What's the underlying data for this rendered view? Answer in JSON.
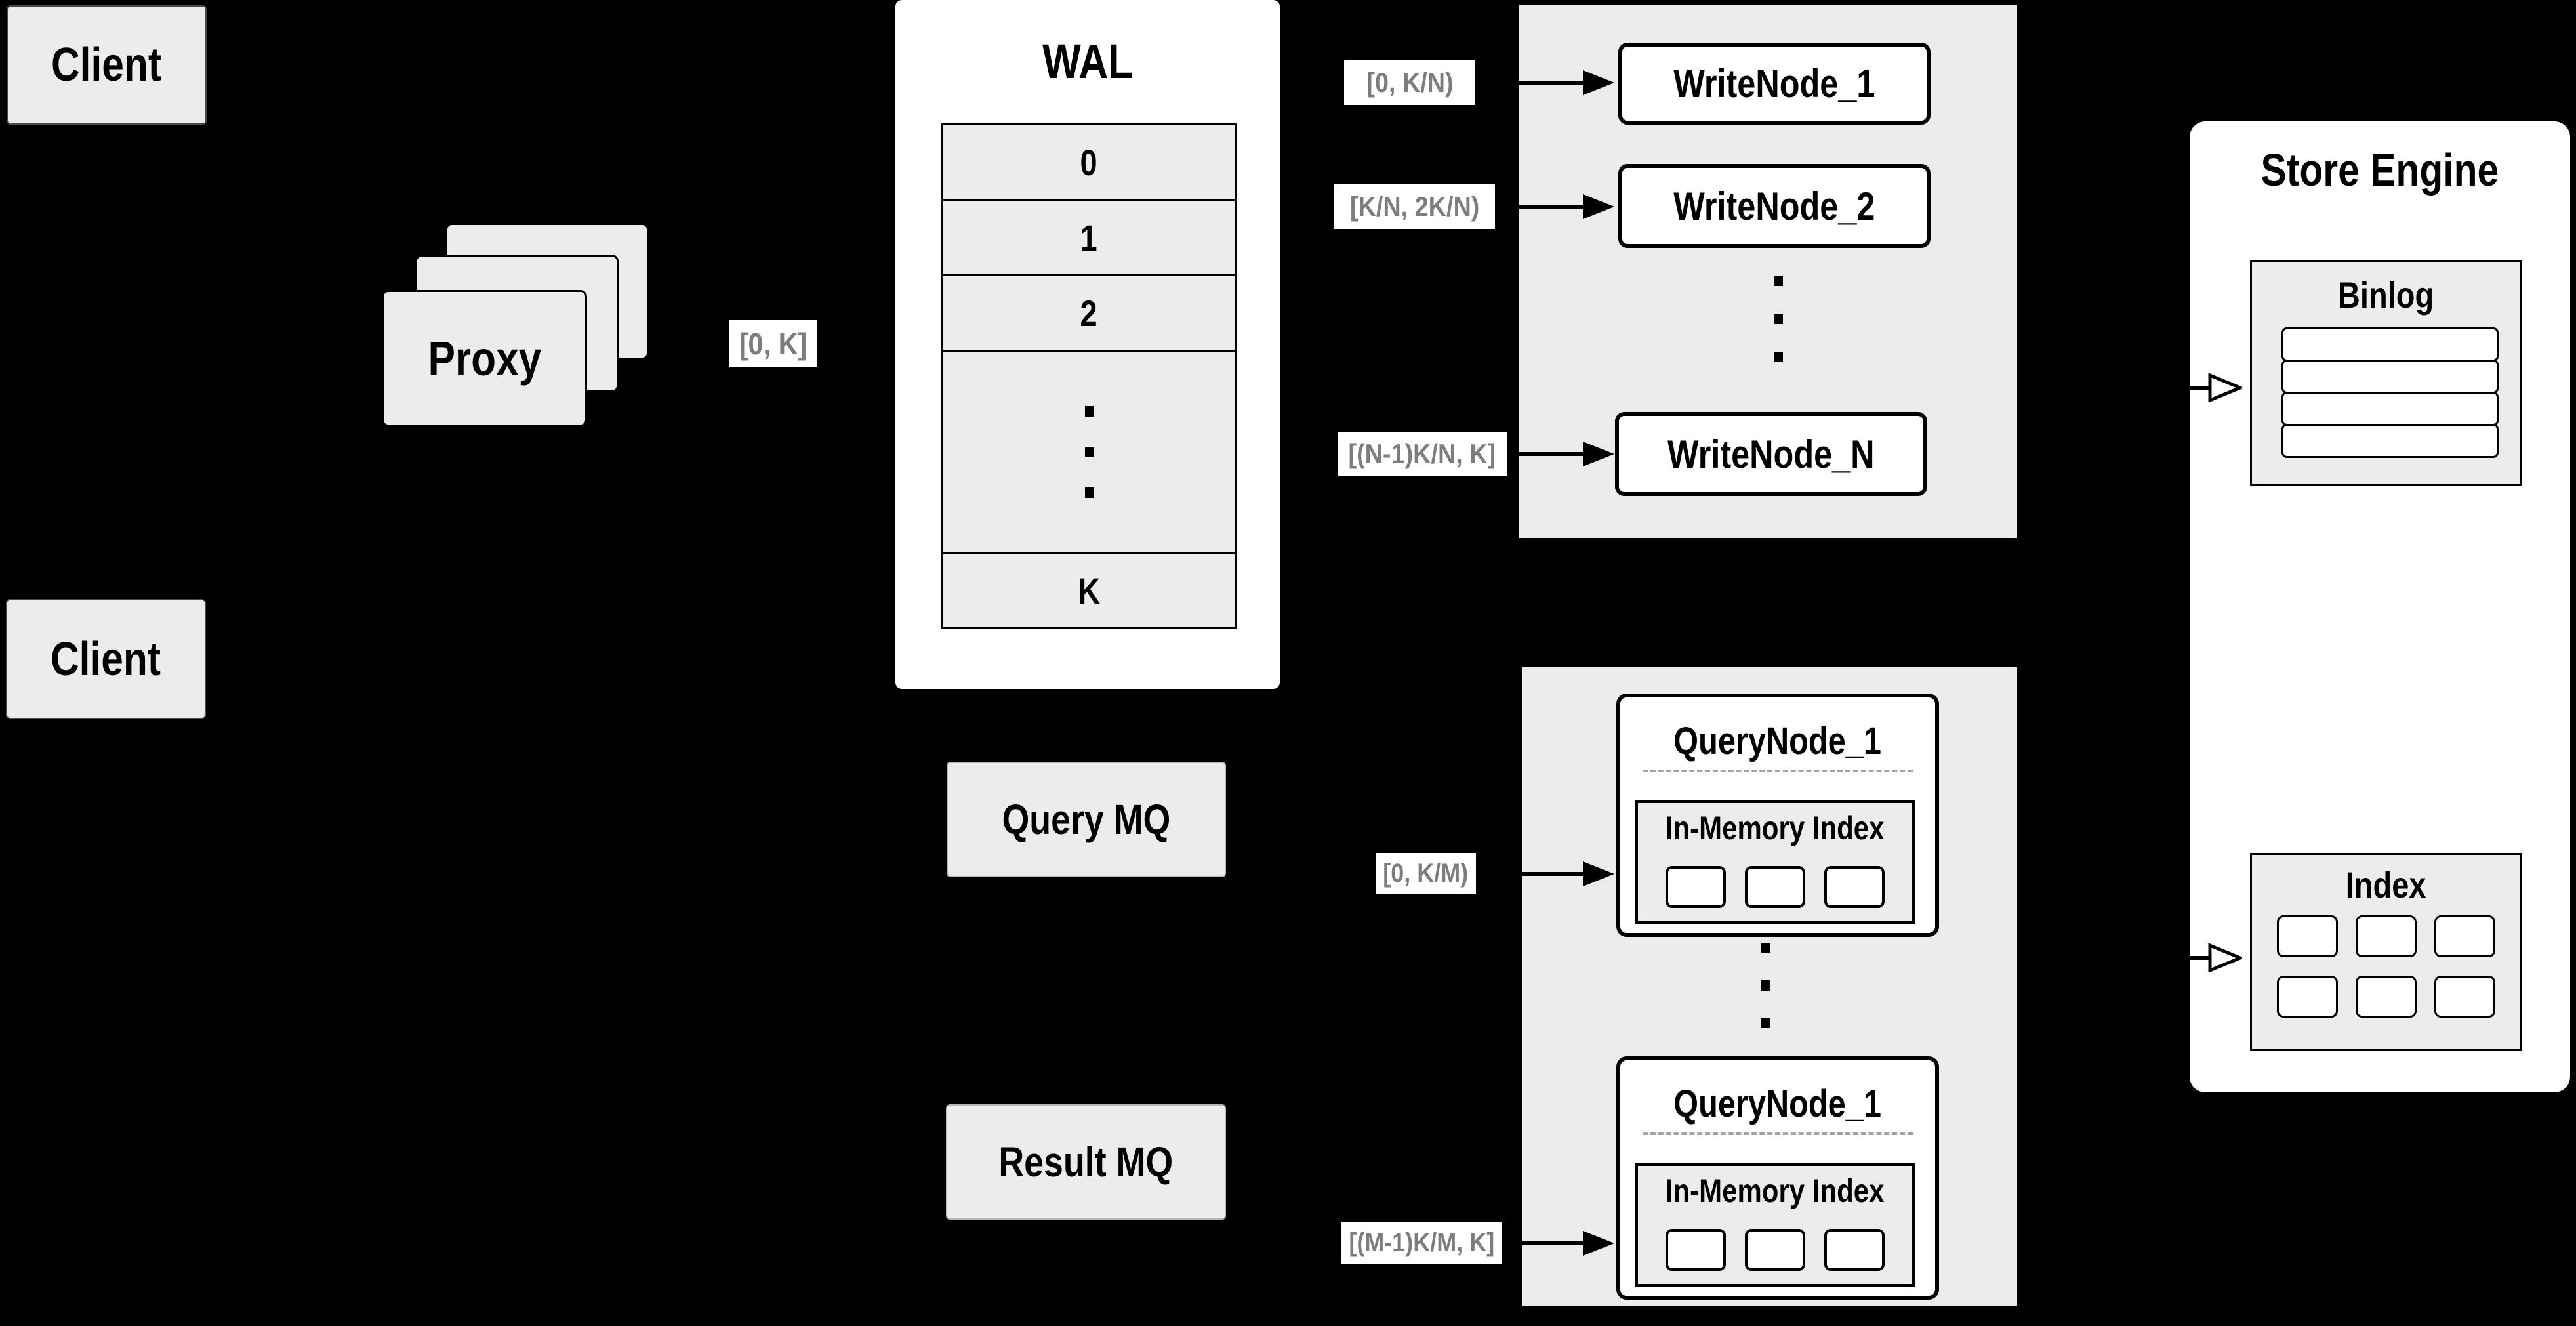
{
  "colors": {
    "background": "#000000",
    "panel_fill": "#ececec",
    "node_fill": "#ffffff",
    "line": "#000000",
    "range_text": "#7d7d7d"
  },
  "clients": {
    "top_label": "Client",
    "bottom_label": "Client"
  },
  "proxy": {
    "label": "Proxy"
  },
  "ranges": {
    "proxy_out": "[0, K]",
    "write": [
      "[0, K/N)",
      "[K/N, 2K/N)",
      "[(N-1)K/N, K]"
    ],
    "query": [
      "[0, K/M)",
      "[(M-1)K/M, K]"
    ]
  },
  "wal": {
    "title": "WAL",
    "slots": [
      "0",
      "1",
      "2"
    ],
    "last_slot": "K"
  },
  "write_nodes": {
    "node1": "WriteNode_1",
    "node2": "WriteNode_2",
    "nodeN": "WriteNode_N"
  },
  "mq": {
    "query_label": "Query MQ",
    "result_label": "Result MQ"
  },
  "query_nodes": {
    "top": {
      "title": "QueryNode_1",
      "index_label": "In-Memory Index"
    },
    "bottom": {
      "title": "QueryNode_1",
      "index_label": "In-Memory Index"
    }
  },
  "store_engine": {
    "title": "Store Engine",
    "binlog_title": "Binlog",
    "index_title": "Index"
  }
}
